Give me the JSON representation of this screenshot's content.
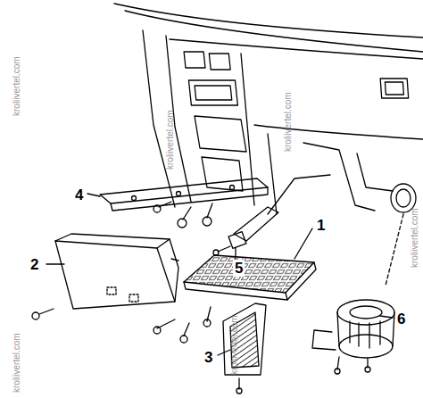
{
  "diagram": {
    "labels": [
      "4",
      "5",
      "1",
      "2",
      "6",
      "3",
      "kroliivertel.com",
      "kroliivertel.com",
      "kroliivertel.com",
      "kroliivertel.com",
      "kroliivertel.com",
      "kroliivertel.com"
    ]
  }
}
